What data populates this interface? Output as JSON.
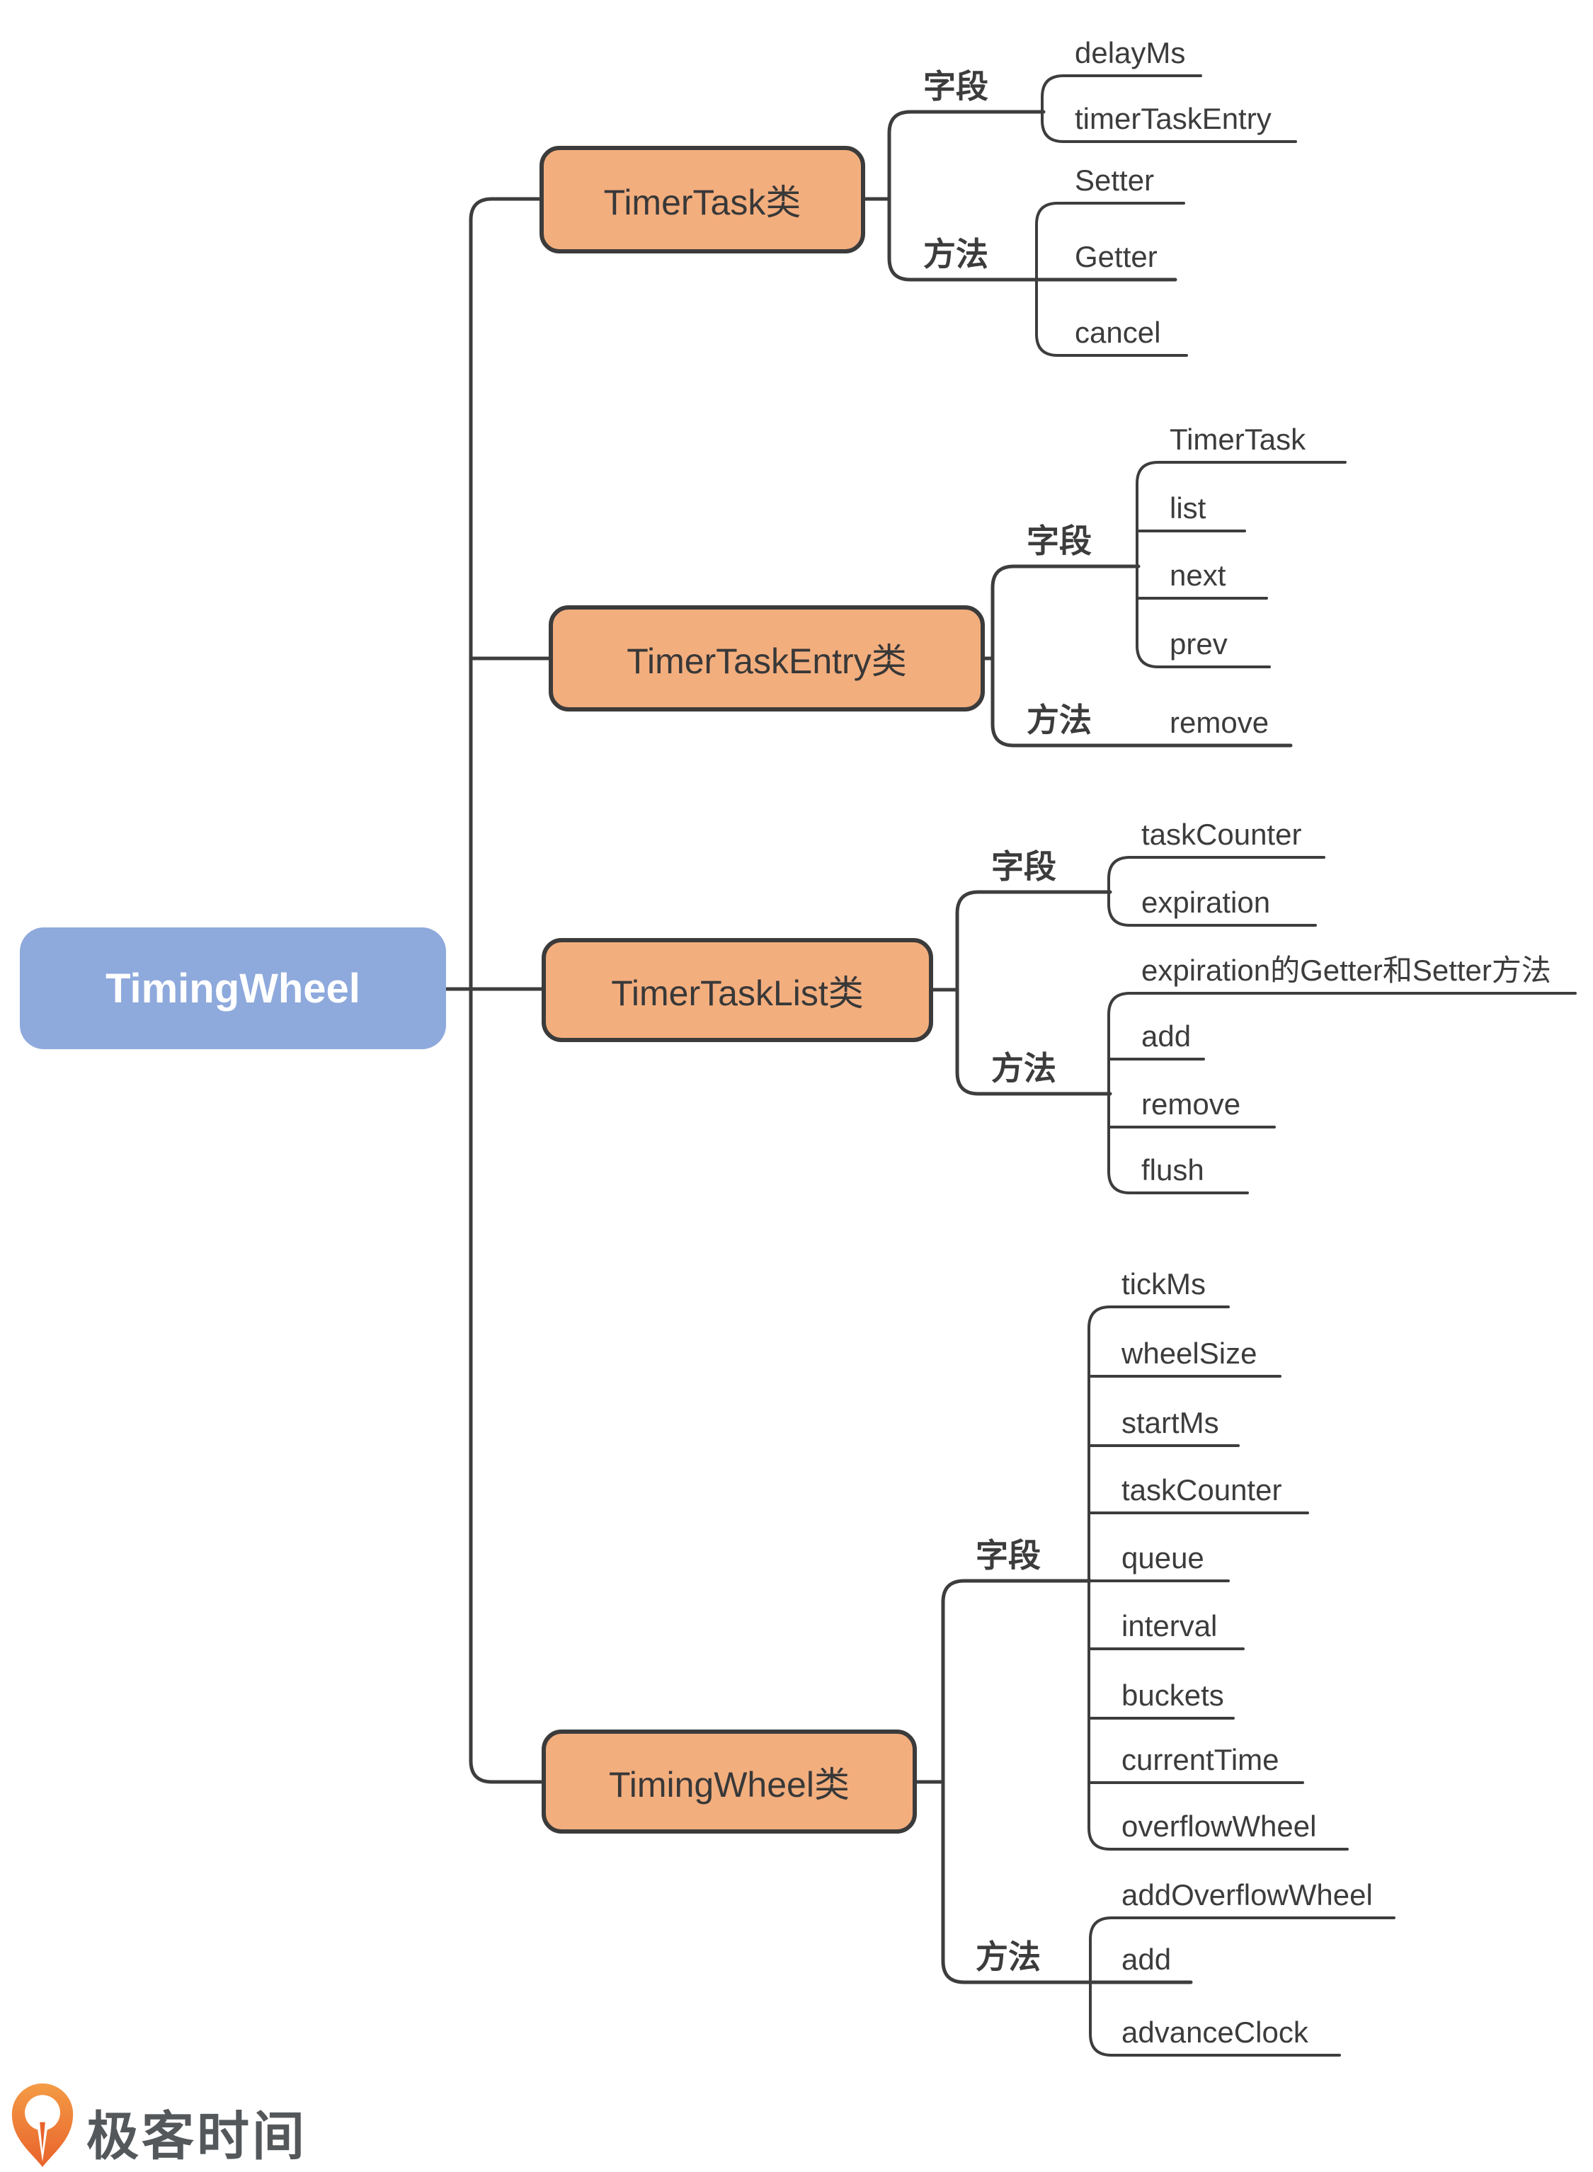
{
  "diagram": {
    "root_label": "TimingWheel",
    "branches": [
      {
        "title": "TimerTask类",
        "groups": [
          {
            "label": "字段",
            "items": [
              "delayMs",
              "timerTaskEntry"
            ]
          },
          {
            "label": "方法",
            "items": [
              "Setter",
              "Getter",
              "cancel"
            ]
          }
        ]
      },
      {
        "title": "TimerTaskEntry类",
        "groups": [
          {
            "label": "字段",
            "items": [
              "TimerTask",
              "list",
              "next",
              "prev"
            ]
          },
          {
            "label": "方法",
            "items": [
              "remove"
            ]
          }
        ]
      },
      {
        "title": "TimerTaskList类",
        "groups": [
          {
            "label": "字段",
            "items": [
              "taskCounter",
              "expiration"
            ]
          },
          {
            "label": "方法",
            "items": [
              "expiration的Getter和Setter方法",
              "add",
              "remove",
              "flush"
            ]
          }
        ]
      },
      {
        "title": "TimingWheel类",
        "groups": [
          {
            "label": "字段",
            "items": [
              "tickMs",
              "wheelSize",
              "startMs",
              "taskCounter",
              "queue",
              "interval",
              "buckets",
              "currentTime",
              "overflowWheel"
            ]
          },
          {
            "label": "方法",
            "items": [
              "addOverflowWheel",
              "add",
              "advanceClock"
            ]
          }
        ]
      }
    ]
  },
  "footer": {
    "brand": "极客时间",
    "logo_icon": "geektime-pin-logo"
  },
  "colors": {
    "node_fill": "#F3AE7E",
    "node_border": "#3B3B3B",
    "root_fill": "#8EA9DC",
    "line": "#3D3D3D",
    "text": "#3C3C3C",
    "brand_text": "#54585B",
    "logo_orange_top": "#F49B45",
    "logo_orange_bottom": "#E8632C"
  }
}
